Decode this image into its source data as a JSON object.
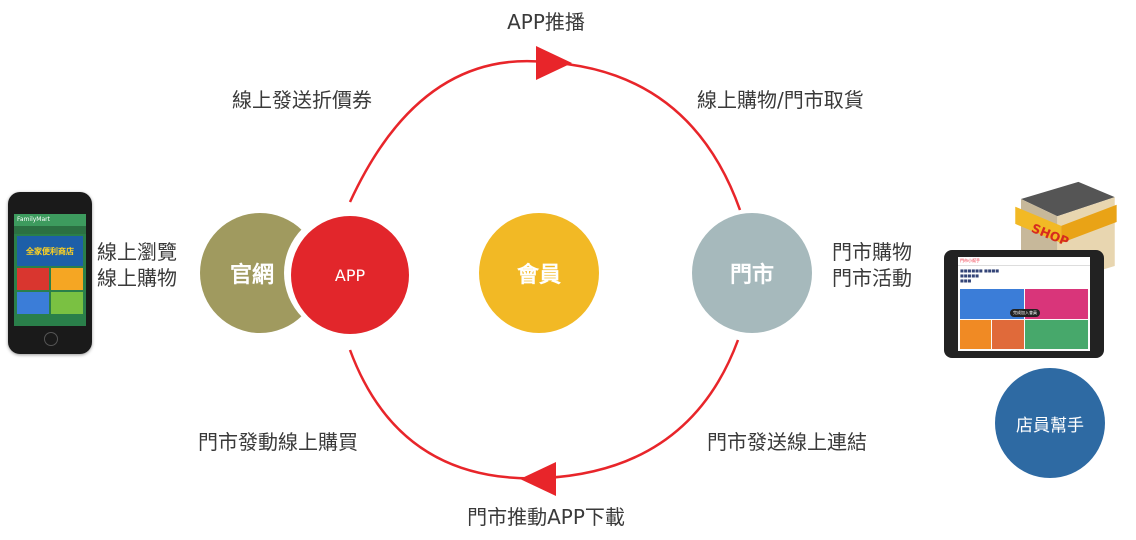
{
  "labels": {
    "top": "APP推播",
    "top_left": "線上發送折價券",
    "top_right": "線上購物/門市取貨",
    "bottom_left": "門市發動線上購買",
    "bottom_right": "門市發送線上連結",
    "bottom": "門市推動APP下載",
    "left_line1": "線上瀏覽",
    "left_line2": "線上購物",
    "right_line1": "門市購物",
    "right_line2": "門市活動"
  },
  "nodes": {
    "official_site": "官網",
    "app": "APP",
    "member": "會員",
    "store": "門市",
    "staff_helper": "店員幫手"
  },
  "colors": {
    "official_site": "#a09a5f",
    "app": "#e2262b",
    "member": "#f2b925",
    "store": "#a6b9bc",
    "staff_helper": "#2e6aa3",
    "cycle": "#e8252a"
  },
  "devices": {
    "phone_header": "FamilyMart",
    "phone_banner": "全家便利商店",
    "tablet_title": "門市小幫手",
    "tablet_button": "完成加入會員",
    "shop_sign": "SHOP"
  }
}
